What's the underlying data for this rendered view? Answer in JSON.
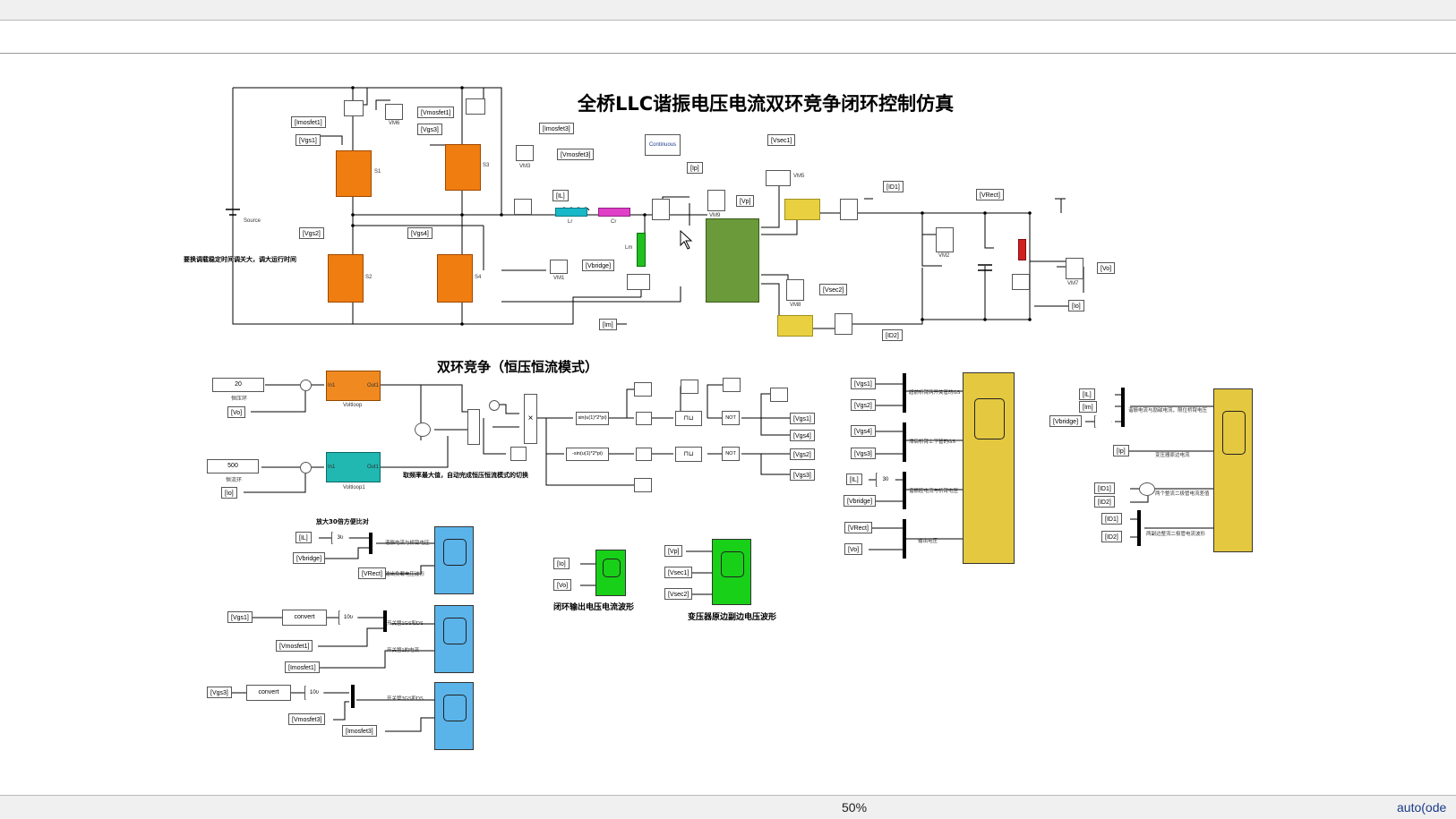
{
  "window": {
    "zoom": "50%",
    "solver": "auto(ode"
  },
  "model": {
    "title": "全桥LLC谐振电压电流双环竞争闭环控制仿真",
    "note_load": "要换调载稳定时间调关大，调大运行时间",
    "powergui": "Continuous",
    "source_label": "Source",
    "switches": [
      "S1",
      "S3",
      "S2",
      "S4"
    ],
    "lr": "Lr",
    "cr": "Cr",
    "lm": "Lm",
    "meters": [
      "VM6",
      "VM3",
      "VM1",
      "VM9",
      "VM5",
      "VM2",
      "VM8",
      "VM7"
    ],
    "tags_power": [
      "[Imosfet1]",
      "[Vgs1]",
      "[Vmosfet1]",
      "[Vgs3]",
      "[Imosfet3]",
      "[Vmosfet3]",
      "[IL]",
      "[Ip]",
      "[Vp]",
      "[Vsec1]",
      "[ID1]",
      "[VRect]",
      "[Vgs2]",
      "[Vgs4]",
      "[Vbridge]",
      "[Im]",
      "[Vsec2]",
      "[ID2]",
      "[Vo]",
      "[Io]"
    ]
  },
  "dual_loop": {
    "title": "双环竞争（恒压恒流模式）",
    "cv_ref": "20",
    "cv_label": "恒压环",
    "cv_feedback": "[Vo]",
    "cv_block": "Voltloop",
    "cc_ref": "500",
    "cc_label": "恒流环",
    "cc_feedback": "[Io]",
    "cc_block": "Voltloop1",
    "pid_in": "In1",
    "pid_out": "Out1",
    "fn1": "sin(u(1)*2*pi)",
    "fn2": "-sin(u(1)*2*pi)",
    "not_label": "NOT",
    "outs": [
      "[Vgs1]",
      "[Vgs4]",
      "[Vgs2]",
      "[Vgs3]"
    ],
    "note": "取频率最大值，自动完成恒压恒流模式的切换"
  },
  "scopes_left": {
    "title": "放大30倍方便比对",
    "tags": [
      "[IL]",
      "[Vbridge]",
      "[VRect]",
      "[Vgs1]",
      "[Vmosfet1]",
      "[Imosfet1]",
      "[Vgs3]",
      "[Vmosfet3]",
      "[Imosfet3]"
    ],
    "gain1": "30",
    "gain2": "100",
    "gain3": "100",
    "convert": "convert",
    "sig1": "谐振电流与桥臂电压",
    "sig2": "输出负载电压波形",
    "sig3": "开关管1GS和DS",
    "sig4": "开关管1的电流",
    "sig5": "开关管3GS和DS"
  },
  "scopes_mid": {
    "tags": [
      "[Io]",
      "[Vo]",
      "[Vp]",
      "[Vsec1]",
      "[Vsec2]"
    ],
    "caption1": "闭环输出电压电流波形",
    "caption2": "变压器原边副边电压波形"
  },
  "scopes_right": {
    "tags_a": [
      "[Vgs1]",
      "[Vgs2]",
      "[Vgs4]",
      "[Vgs3]",
      "[IL]",
      "[Vbridge]",
      "[VRect]",
      "[Vo]"
    ],
    "gain": "30",
    "sig_a": [
      "超前桥臂两开关管的GS",
      "滞后桥臂上下管的GS",
      "谐振腔电流与桥臂电压",
      "输出电压"
    ],
    "tags_b": [
      "[IL]",
      "[Im]",
      "[Vbridge]",
      "[Ip]",
      "[ID1]",
      "[ID2]",
      "[ID1]",
      "[ID2]"
    ],
    "sig_b": [
      "谐振电流与励磁电流，限位桥臂电压",
      "变压器原边电流",
      "两个整流二极管电流差值",
      "两副边整流二极管电流波形"
    ]
  },
  "colors": {
    "mosfet": "#f07d10",
    "inductor_lr": "#18b8c8",
    "capacitor_cr": "#e040c8",
    "inductor_lm": "#20c020",
    "transformer": "#6a9a3a",
    "diode": "#e8d040",
    "load_r": "#d02020",
    "pid_cv": "#f08a20",
    "pid_cc": "#20b8b0",
    "scope_blue": "#5ab4ea",
    "scope_green": "#18d018",
    "scope_yellow": "#e4c840",
    "panel_dual": "#e6e6fa",
    "panel_left": "#faf6e8",
    "panel_mid": "#f6eef8",
    "panel_right": "#e4f2fc"
  }
}
